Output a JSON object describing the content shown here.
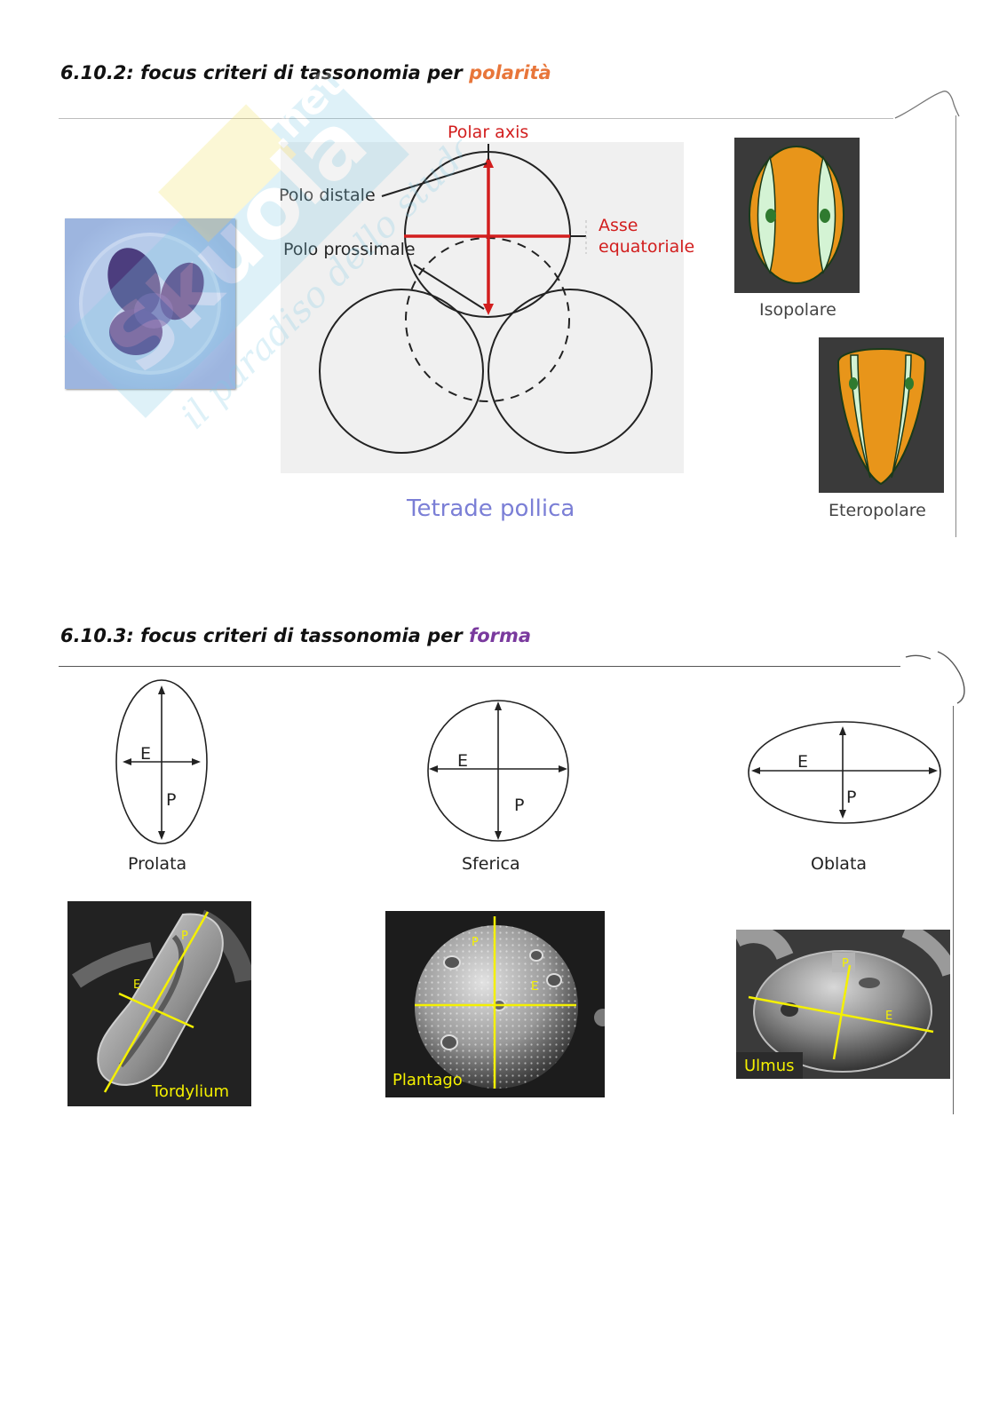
{
  "section_polarity": {
    "heading_prefix": "6.10.2: focus criteri di tassonomia per ",
    "heading_highlight": "polarità",
    "highlight_color": "#e8763a",
    "diagram": {
      "polar_axis": "Polar axis",
      "polo_distale": "Polo distale",
      "polo_prossimale": "Polo prossimale",
      "asse_line1": "Asse",
      "asse_line2": "equatoriale",
      "caption": "Tetrade pollica"
    },
    "isopolare": "Isopolare",
    "eteropolare": "Eteropolare"
  },
  "section_shape": {
    "heading_prefix": "6.10.3: focus criteri di tassonomia per ",
    "heading_highlight": "forma",
    "highlight_color": "#7a3a9e",
    "shapes": [
      {
        "name": "Prolata",
        "e": "E",
        "p": "P"
      },
      {
        "name": "Sferica",
        "e": "E",
        "p": "P"
      },
      {
        "name": "Oblata",
        "e": "E",
        "p": "P"
      }
    ],
    "micrographs": [
      {
        "genus": "Tordylium",
        "e": "E",
        "p": "P"
      },
      {
        "genus": "Plantago",
        "e": "E",
        "p": "P"
      },
      {
        "genus": "Ulmus",
        "e": "E",
        "p": "P"
      }
    ]
  }
}
